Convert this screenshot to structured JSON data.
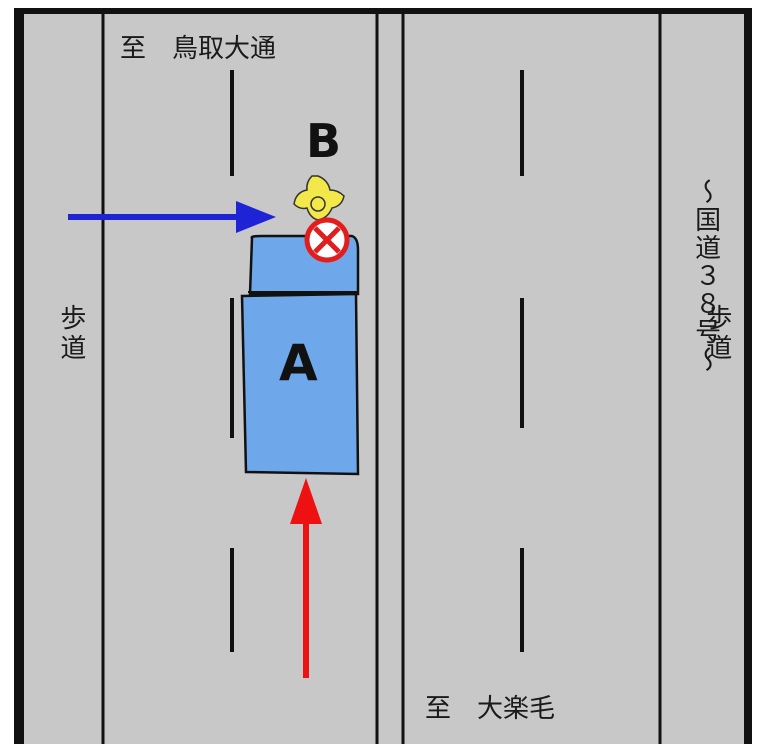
{
  "labels": {
    "north_destination": "至　鳥取大通",
    "south_destination": "至　大楽毛",
    "sidewalk_left": "歩道",
    "sidewalk_right": "歩道",
    "route_name": "～国道３８号～",
    "vehicle_a": "A",
    "vehicle_b": "B"
  },
  "colors": {
    "road": "#c8c8c8",
    "line": "#111111",
    "vehicle_a_fill": "#6fa8ea",
    "arrow_a": "#ee1111",
    "arrow_b": "#1f23d6",
    "bicycle": "#f2e84a",
    "collision_mark": "#e11d1d"
  },
  "icons": {
    "collision": "collision-mark-icon",
    "bicycle": "bicycle-rider-icon"
  }
}
